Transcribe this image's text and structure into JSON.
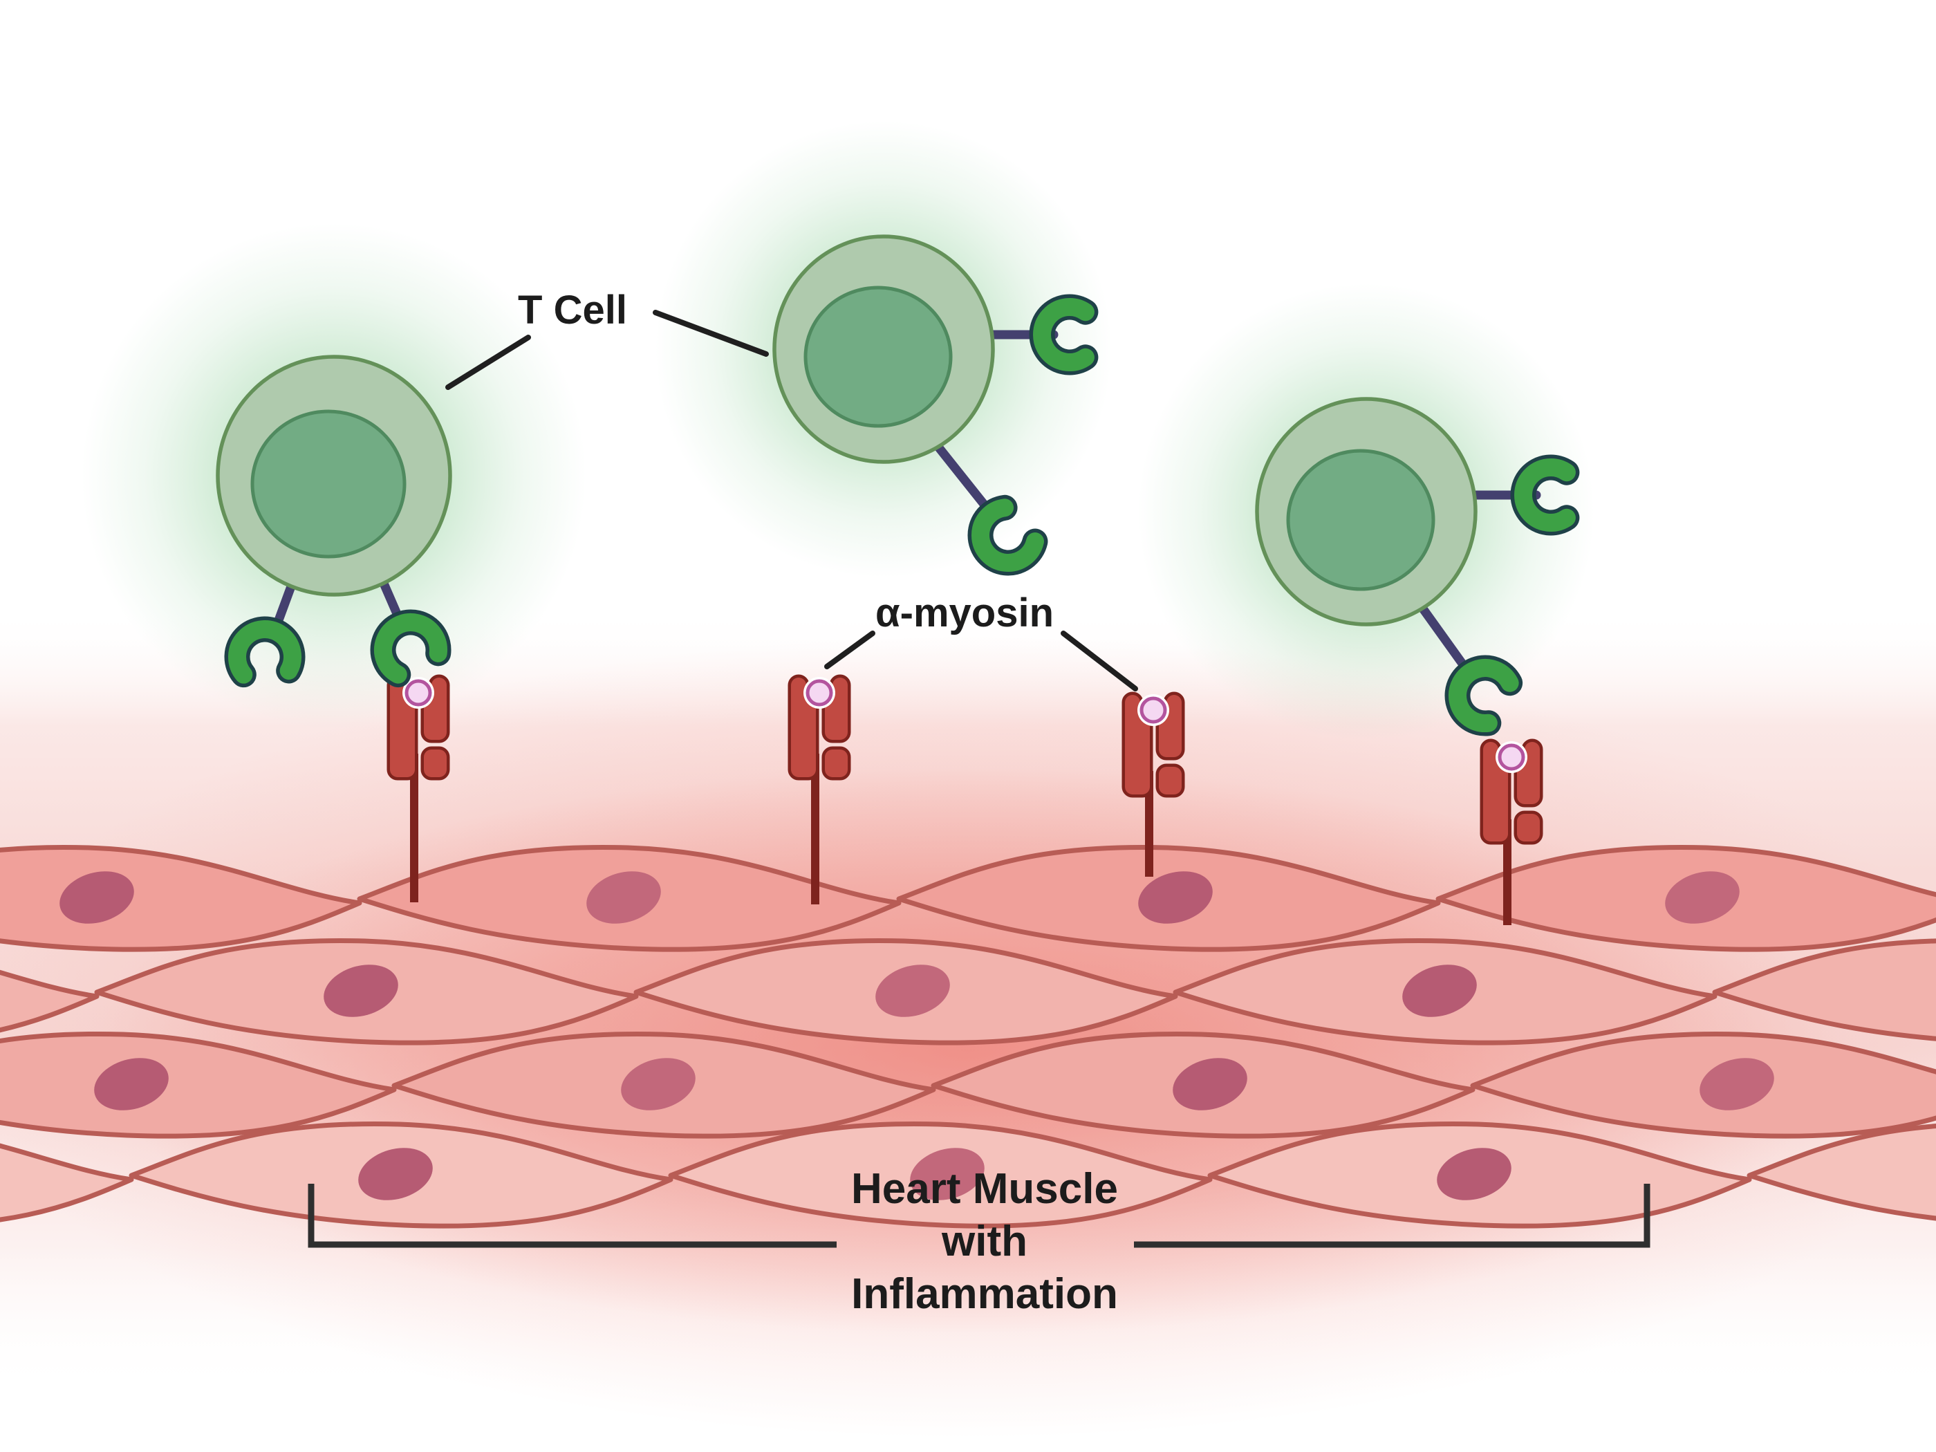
{
  "diagram": {
    "labels": {
      "t_cell": "T Cell",
      "alpha_myosin": "α-myosin",
      "heart_muscle_lines": [
        "Heart Muscle",
        "with",
        "Inflammation"
      ]
    },
    "entities": {
      "t_cell_count": 3,
      "antigen_count": 4,
      "receptor_count": 6,
      "muscle_rows": 4
    },
    "colors": {
      "text": "#1c1c1c",
      "line": "#1f1f1f",
      "bracket": "#2f2f2f",
      "t_cell_body": "#afcaad",
      "t_cell_border": "#649159",
      "t_cell_nucleus": "#72ac84",
      "t_cell_nucleus_border": "#4f8a5f",
      "t_cell_glow": "#92d19d",
      "stalk": "#44406f",
      "receptor_green": "#3da145",
      "receptor_outline": "#1f4148",
      "mhc_fill": "#c14a42",
      "mhc_outline": "#7f231d",
      "stem": "#7e231e",
      "peptide_fill": "#f5d8f2",
      "peptide_stroke": "#b3549e",
      "muscle_outline": "#b85c55",
      "muscle_row_0": "#f0a09a",
      "muscle_row_1": "#f2b3ad",
      "muscle_row_2": "#f0aaa4",
      "muscle_row_3": "#f5c2bc",
      "muscle_nucleus_a": "#b65b73",
      "muscle_nucleus_b": "#c2687b",
      "inflammation_glow": "#ec6e64",
      "band_pink": "#f7d7d4"
    }
  }
}
